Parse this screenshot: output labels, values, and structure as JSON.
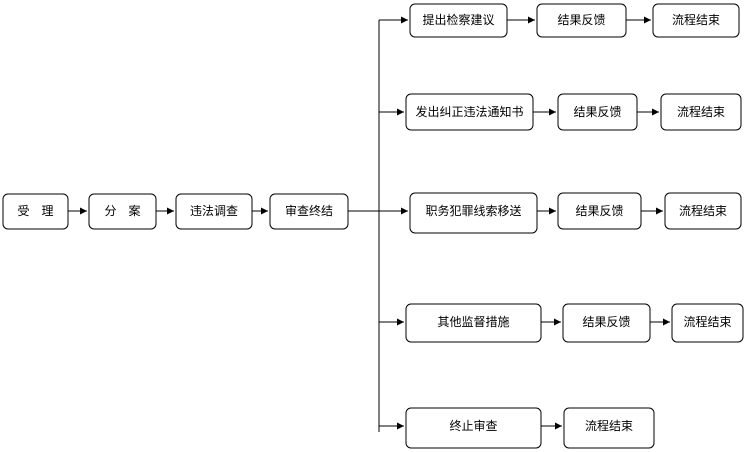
{
  "nodes": {
    "accept": "受　理",
    "assign": "分　案",
    "investigate": "违法调查",
    "review_end": "审查终结",
    "b1_action": "提出检察建议",
    "b1_feedback": "结果反馈",
    "b1_end": "流程结束",
    "b2_action": "发出纠正违法通知书",
    "b2_feedback": "结果反馈",
    "b2_end": "流程结束",
    "b3_action": "职务犯罪线索移送",
    "b3_feedback": "结果反馈",
    "b3_end": "流程结束",
    "b4_action": "其他监督措施",
    "b4_feedback": "结果反馈",
    "b4_end": "流程结束",
    "b5_action": "终止审查",
    "b5_end": "流程结束"
  }
}
